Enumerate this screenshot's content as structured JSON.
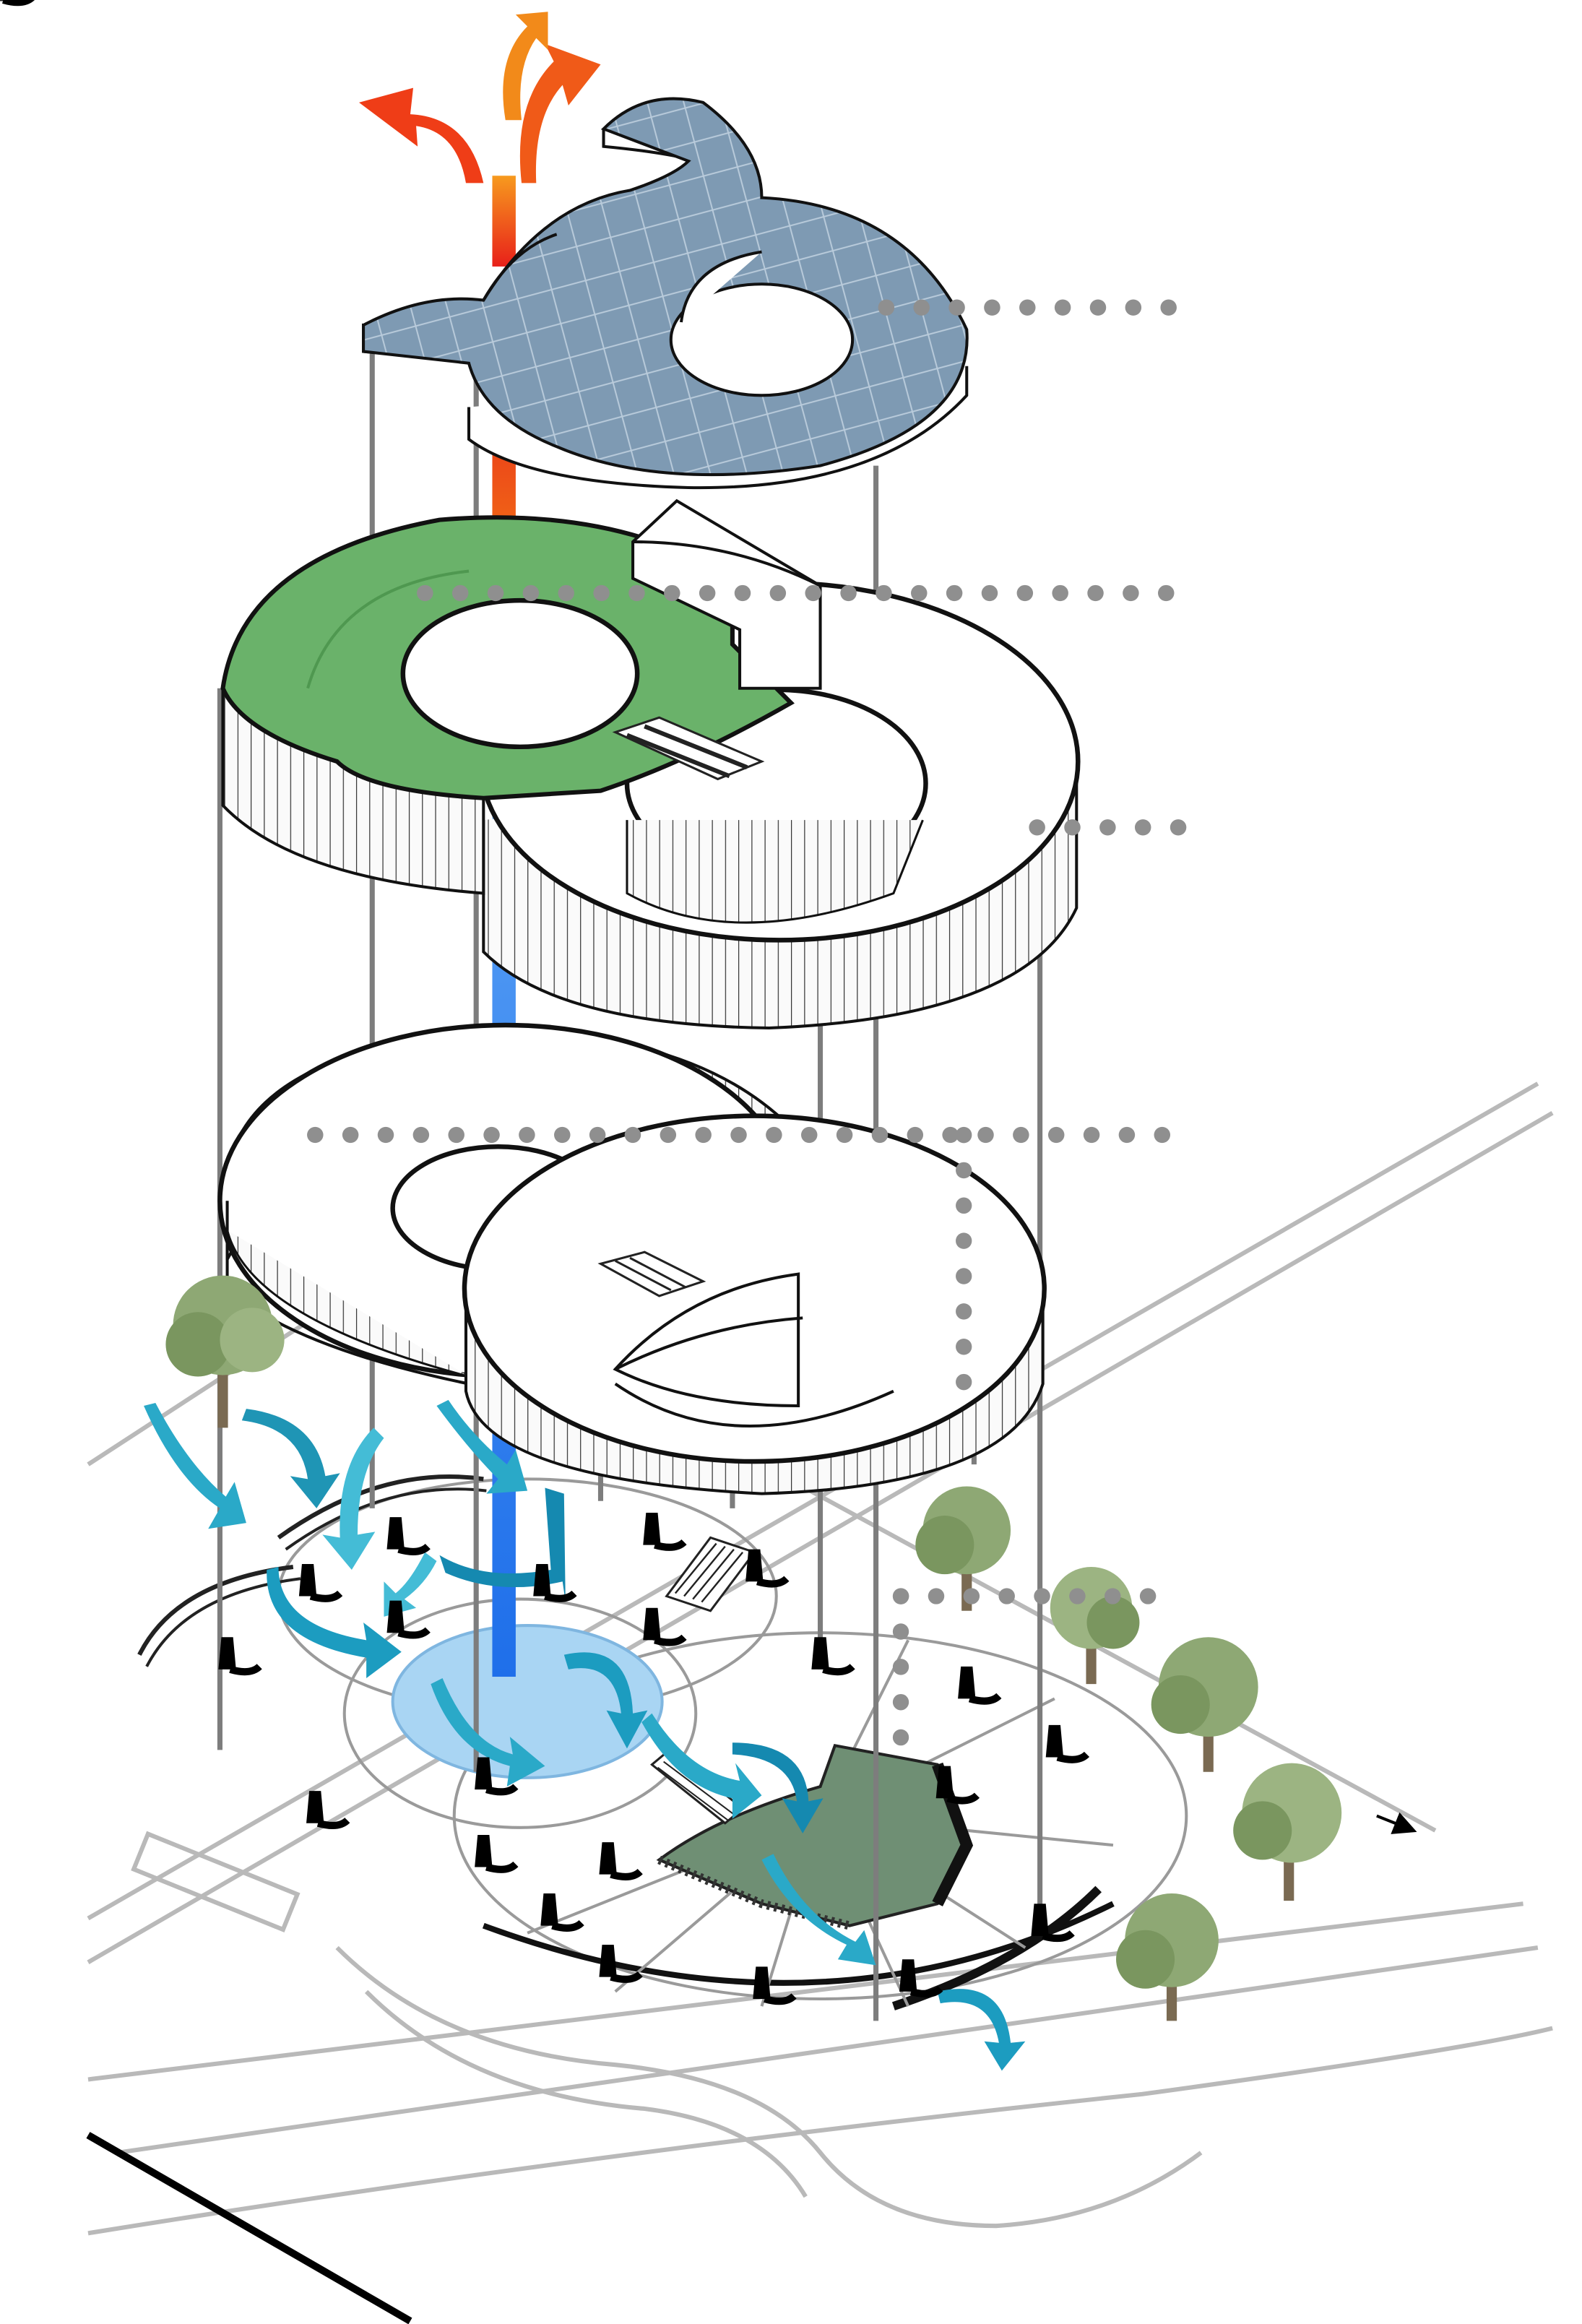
{
  "diagram": {
    "type": "exploded-axonometric",
    "colors": {
      "roof": "#7e9ab3",
      "green_roof": "#6ab26a",
      "warm_air": "#e53c16",
      "cool_air": "#2f7cf0",
      "wind": "#2aa9c8",
      "pool": "#a9d5f3",
      "garden": "#6f8f74",
      "leader": "#8f8f8f"
    },
    "layers": [
      {
        "name": "roof-layer"
      },
      {
        "name": "green-roof-level"
      },
      {
        "name": "upper-floor-ring"
      },
      {
        "name": "middle-floor-ring"
      },
      {
        "name": "ground-plaza"
      }
    ],
    "icons": [
      "hot-air-exhaust-arrows",
      "stack-ventilation-shaft",
      "wind-flow-arrows",
      "tree-icon",
      "north-arrow-icon"
    ]
  }
}
